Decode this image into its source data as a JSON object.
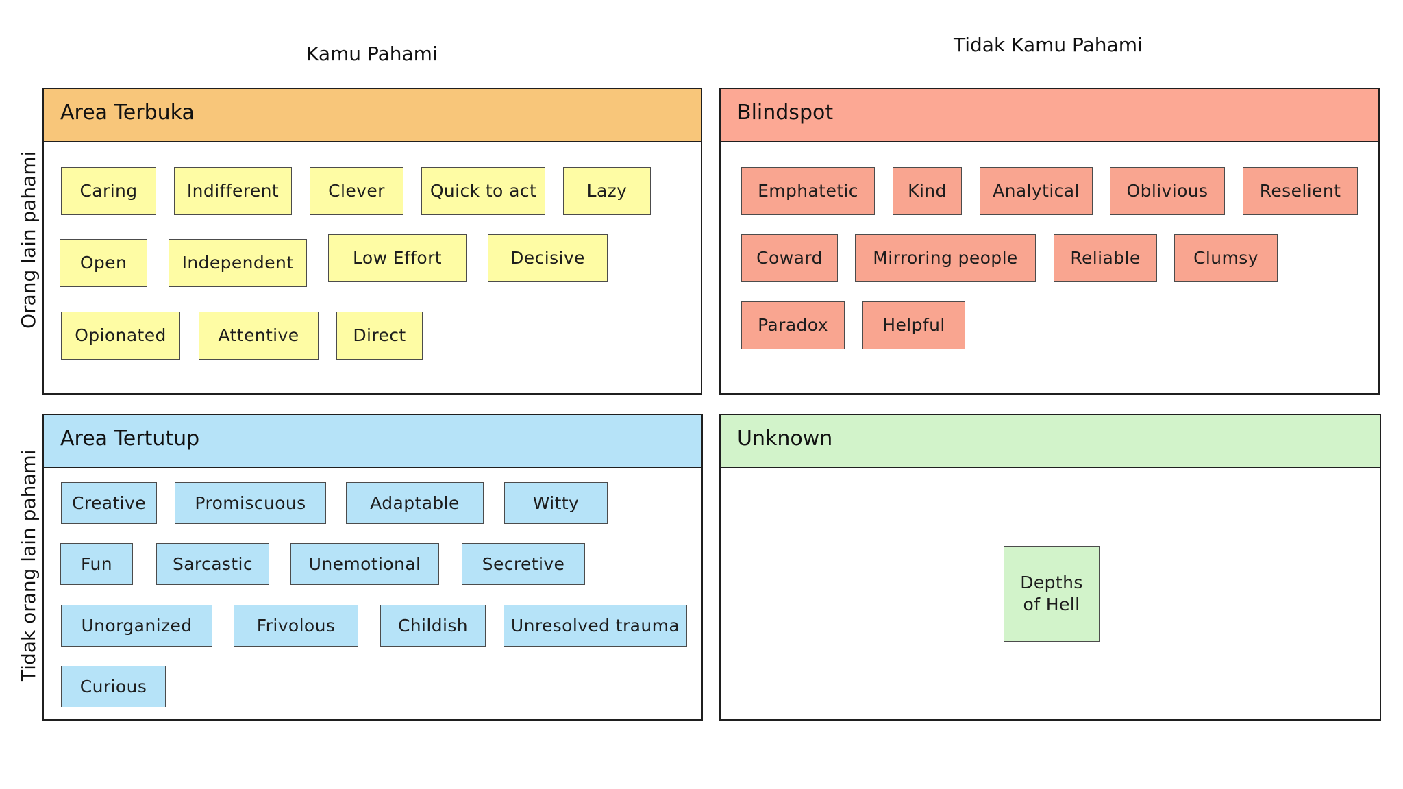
{
  "headers": {
    "col_left": "Kamu Pahami",
    "col_right": "Tidak Kamu Pahami",
    "row_top": "Orang lain pahami",
    "row_bottom": "Tidak orang lain pahami"
  },
  "colors": {
    "open_header": "#f8c67a",
    "blind_header": "#fca894",
    "hidden_header": "#b6e3f8",
    "unknown_header": "#d2f3ca",
    "open_note": "#fefca4",
    "blind_note": "#f9a590",
    "hidden_note": "#b6e3f8",
    "unknown_note": "#d2f3ca",
    "border": "#1f1f1f"
  },
  "quadrants": {
    "open": {
      "title": "Area Terbuka",
      "notes": [
        "Caring",
        "Indifferent",
        "Clever",
        "Quick to act",
        "Lazy",
        "Open",
        "Independent",
        "Low Effort",
        "Decisive",
        "Opionated",
        "Attentive",
        "Direct"
      ]
    },
    "blind": {
      "title": "Blindspot",
      "notes": [
        "Emphatetic",
        "Kind",
        "Analytical",
        "Oblivious",
        "Reselient",
        "Coward",
        "Mirroring people",
        "Reliable",
        "Clumsy",
        "Paradox",
        "Helpful"
      ]
    },
    "hidden": {
      "title": "Area Tertutup",
      "notes": [
        "Creative",
        "Promiscuous",
        "Adaptable",
        "Witty",
        "Fun",
        "Sarcastic",
        "Unemotional",
        "Secretive",
        "Unorganized",
        "Frivolous",
        "Childish",
        "Unresolved trauma",
        "Curious"
      ]
    },
    "unknown": {
      "title": "Unknown",
      "notes": [
        "Depths of Hell"
      ]
    }
  }
}
